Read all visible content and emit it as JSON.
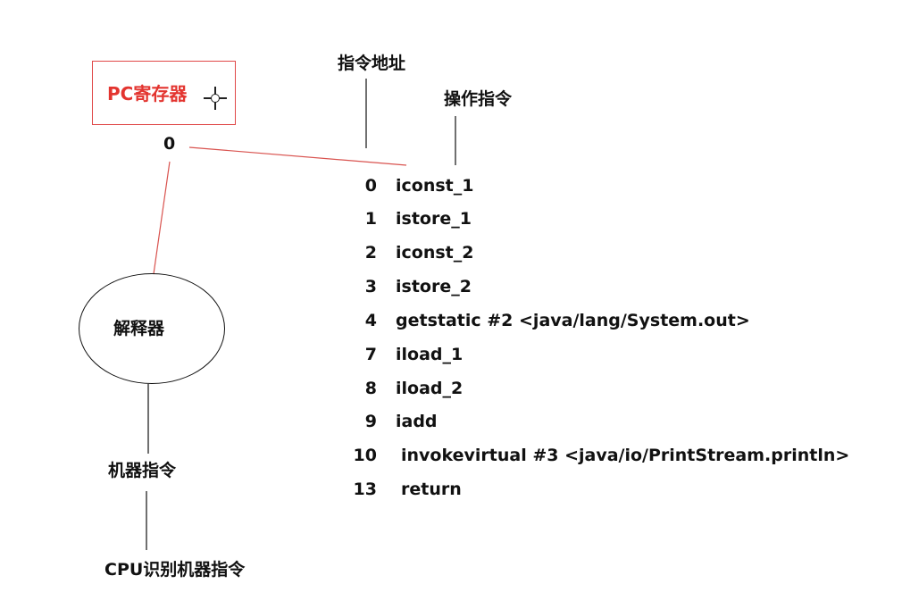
{
  "pc_register": {
    "title": "PC寄存器",
    "value": "0"
  },
  "headers": {
    "address": "指令地址",
    "operation": "操作指令"
  },
  "interpreter": {
    "label": "解释器"
  },
  "machine_instruction": {
    "label": "机器指令"
  },
  "cpu": {
    "label": "CPU识别机器指令"
  },
  "instructions": [
    {
      "addr": "0",
      "op": "iconst_1"
    },
    {
      "addr": "1",
      "op": "istore_1"
    },
    {
      "addr": "2",
      "op": "iconst_2"
    },
    {
      "addr": "3",
      "op": "istore_2"
    },
    {
      "addr": "4",
      "op": "getstatic #2 <java/lang/System.out>"
    },
    {
      "addr": "7",
      "op": "iload_1"
    },
    {
      "addr": "8",
      "op": "iload_2"
    },
    {
      "addr": "9",
      "op": "iadd"
    },
    {
      "addr": "10",
      "op": "invokevirtual #3 <java/io/PrintStream.println>"
    },
    {
      "addr": "13",
      "op": "return"
    }
  ],
  "colors": {
    "accent": "#e3342f",
    "connector_red": "#d9534f",
    "line": "#111111"
  },
  "icons": {
    "pc_box": "crosshair-icon"
  }
}
